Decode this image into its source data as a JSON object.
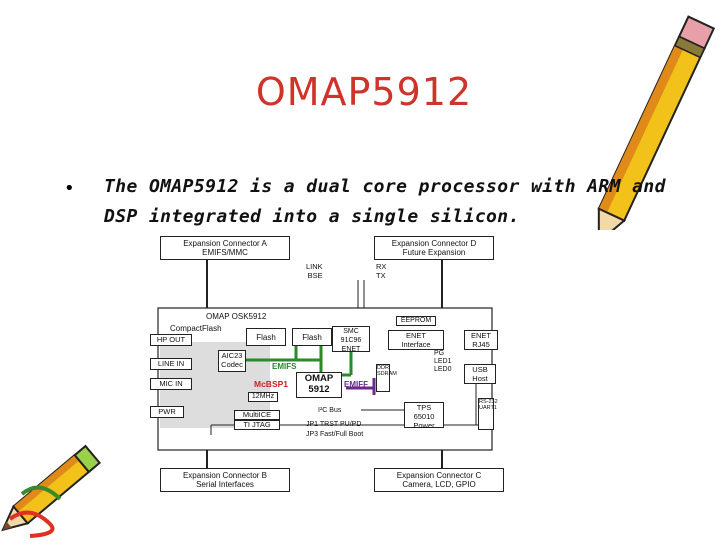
{
  "slide": {
    "title": "OMAP5912",
    "bullet_symbol": "•",
    "bullet_text": "The OMAP5912 is a dual core processor with ARM and DSP integrated into a single silicon."
  },
  "diagram": {
    "exp_a": "Expansion Connector A\nEMIFS/MMC",
    "exp_d": "Expansion Connector D\nFuture Expansion",
    "exp_b": "Expansion Connector B\nSerial Interfaces",
    "exp_c": "Expansion Connector C\nCamera, LCD, GPIO",
    "link_bse": "LINK\nBSE",
    "rx_tx": "RX\nTX",
    "board": "OMAP OSK5912",
    "compactflash": "CompactFlash",
    "hp_out": "HP OUT",
    "line_in": "LINE IN",
    "mic_in": "MIC IN",
    "pwr": "PWR",
    "flash1": "Flash",
    "flash2": "Flash",
    "smc": "SMC\n91C96\nENET",
    "eeprom": "EEPROM",
    "enet_iface": "ENET\nInterface",
    "enet_rj45": "ENET\nRJ45",
    "aic23": "AIC23\nCodec",
    "emifs": "EMIFS",
    "mcbsp1": "McBSP1",
    "omap": "OMAP\n5912",
    "emiff": "EMIFF",
    "ddr": "DDR\nSDRAM",
    "pg_leds": "PG\nLED1\nLED0",
    "usb_host": "USB\nHost",
    "rs232": "RS-232\nUART1",
    "mhz": "12MHz",
    "i2c": "I²C Bus",
    "tps": "TPS\n65010\nPower",
    "multiice": "MultiICE",
    "tijtag": "TI JTAG",
    "jp1": "JP1  TRST PU/PD",
    "jp3": "JP3  Fast/Full Boot"
  }
}
